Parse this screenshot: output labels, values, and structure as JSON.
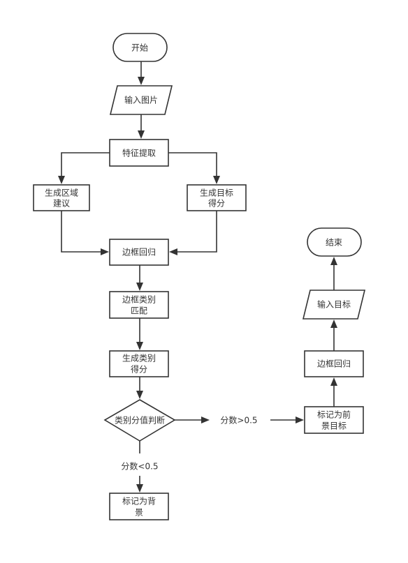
{
  "nodes": {
    "start": {
      "text": "开始"
    },
    "input_image": {
      "text": "输入图片"
    },
    "feature_extract": {
      "text": "特征提取"
    },
    "region_proposal": {
      "line1": "生成区域",
      "line2": "建议"
    },
    "target_score": {
      "line1": "生成目标",
      "line2": "得分"
    },
    "bbox_regress": {
      "text": "边框回归"
    },
    "bbox_class_match": {
      "line1": "边框类别",
      "line2": "匹配"
    },
    "class_score": {
      "line1": "生成类别",
      "line2": "得分"
    },
    "class_decision": {
      "text": "类别分值判断"
    },
    "mark_background": {
      "line1": "标记为背",
      "line2": "景"
    },
    "mark_foreground": {
      "line1": "标记为前",
      "line2": "景目标"
    },
    "bbox_regress_2": {
      "text": "边框回归"
    },
    "input_target": {
      "text": "输入目标"
    },
    "end": {
      "text": "结束"
    }
  },
  "edge_labels": {
    "score_gt": "分数>0.5",
    "score_lt": "分数<0.5"
  },
  "colors": {
    "stroke": "#333333",
    "fill": "#ffffff",
    "text": "#333333"
  }
}
